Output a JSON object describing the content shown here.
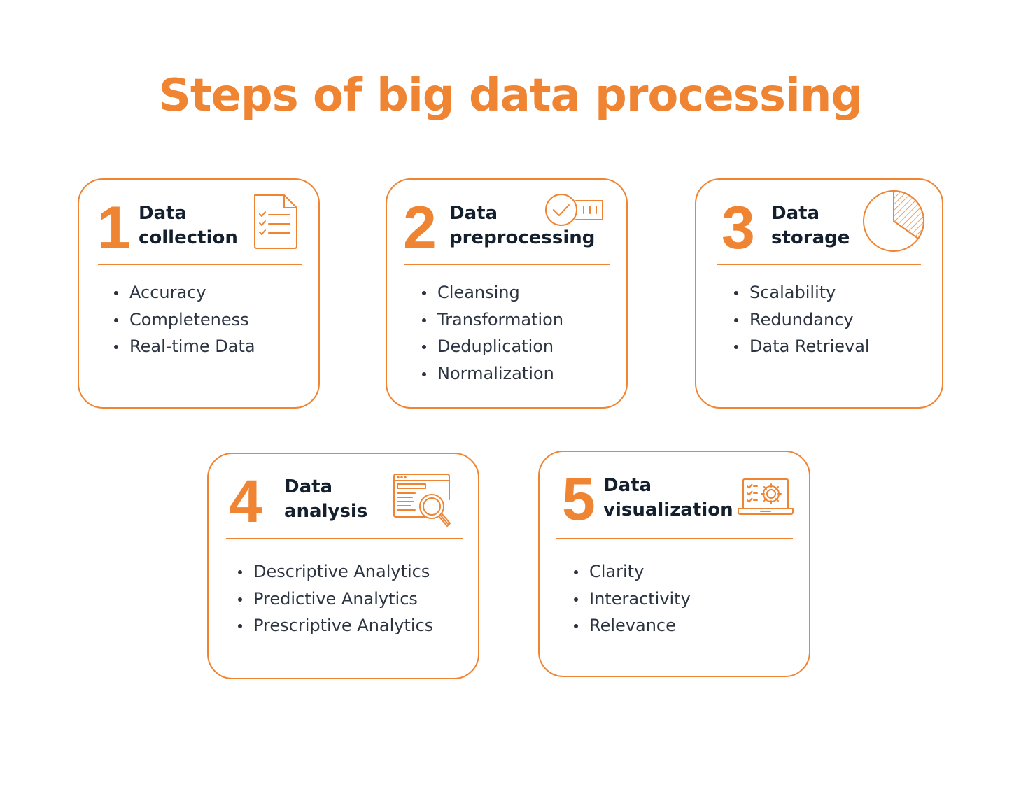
{
  "title": "Steps of big data processing",
  "colors": {
    "accent": "#ef8433",
    "heading": "#14202e",
    "text": "#2b3440"
  },
  "steps": [
    {
      "number": "1",
      "heading_line1": "Data",
      "heading_line2": "collection",
      "icon": "checklist-document-icon",
      "items": [
        "Accuracy",
        "Completeness",
        "Real-time Data"
      ]
    },
    {
      "number": "2",
      "heading_line1": "Data",
      "heading_line2": "preprocessing",
      "icon": "check-progress-icon",
      "items": [
        "Cleansing",
        "Transformation",
        "Deduplication",
        "Normalization"
      ]
    },
    {
      "number": "3",
      "heading_line1": "Data",
      "heading_line2": "storage",
      "icon": "pie-chart-icon",
      "items": [
        "Scalability",
        "Redundancy",
        "Data Retrieval"
      ]
    },
    {
      "number": "4",
      "heading_line1": "Data",
      "heading_line2": "analysis",
      "icon": "browser-magnifier-icon",
      "items": [
        "Descriptive Analytics",
        "Predictive Analytics",
        "Prescriptive Analytics"
      ]
    },
    {
      "number": "5",
      "heading_line1": "Data",
      "heading_line2": "visualization",
      "icon": "laptop-gear-icon",
      "items": [
        "Clarity",
        "Interactivity",
        "Relevance"
      ]
    }
  ]
}
